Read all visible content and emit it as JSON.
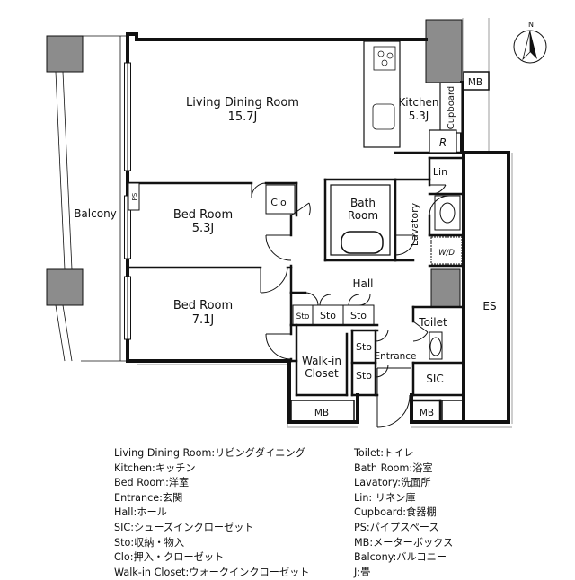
{
  "rooms": {
    "ldk_name": "Living Dining Room",
    "ldk_size": "15.7J",
    "kitchen_name": "Kitchen",
    "kitchen_size": "5.3J",
    "bed1_name": "Bed Room",
    "bed1_size": "5.3J",
    "bed2_name": "Bed Room",
    "bed2_size": "7.1J",
    "balcony": "Balcony",
    "bath_line1": "Bath",
    "bath_line2": "Room",
    "lavatory": "Lavatory",
    "hall": "Hall",
    "toilet": "Toilet",
    "entrance": "Entrance",
    "walkin_line1": "Walk-in",
    "walkin_line2": "Closet",
    "es": "ES",
    "sic": "SIC",
    "mb_top": "MB",
    "mb_bottom_left": "MB",
    "mb_bottom_right": "MB",
    "cupboard": "Cupboard",
    "ps": "PS",
    "clo": "Clo",
    "lin": "Lin",
    "wd": "W/D",
    "refrigerator": "R",
    "sto1": "Sto",
    "sto2": "Sto",
    "sto3": "Sto",
    "sto4": "Sto",
    "sto5": "Sto",
    "north": "N"
  },
  "legend_left": [
    "Living Dining Room:リビングダイニング",
    "Kitchen:キッチン",
    "Bed Room:洋室",
    "Entrance:玄関",
    "Hall:ホール",
    "SIC:シューズインクローゼット",
    "Sto:収納・物入",
    "Clo:押入・クローゼット",
    "Walk-in Closet:ウォークインクローゼット"
  ],
  "legend_right": [
    "Toilet:トイレ",
    "Bath Room:浴室",
    "Lavatory:洗面所",
    "Lin: リネン庫",
    "Cupboard:食器棚",
    "PS:パイプスペース",
    "MB:メーターボックス",
    "Balcony:バルコニー",
    "J:畳"
  ],
  "colors": {
    "wall": "#111111",
    "column": "#8c8c8c",
    "shadow": "#bdbdbd",
    "fixture": "#444444",
    "paper": "#ffffff"
  }
}
